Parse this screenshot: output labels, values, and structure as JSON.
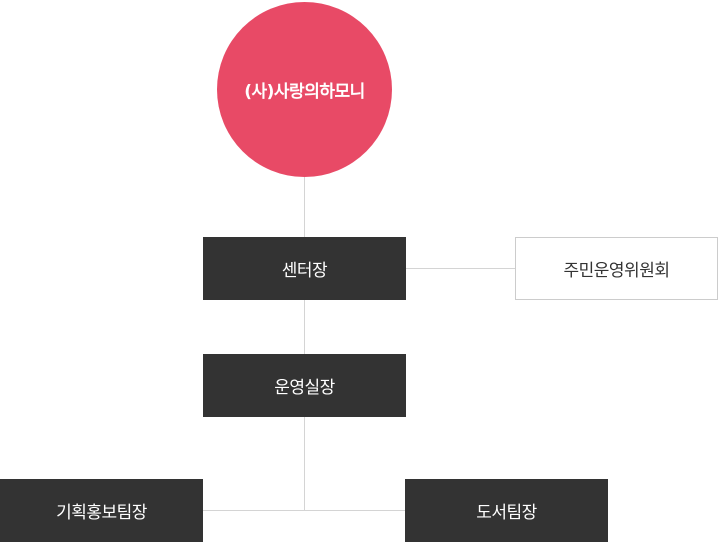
{
  "org": {
    "root": "(사)사랑의하모니",
    "director": "센터장",
    "committee": "주민운영위원회",
    "operations": "운영실장",
    "planning": "기획홍보팀장",
    "library": "도서팀장"
  },
  "colors": {
    "root_fill": "#e84a66",
    "box_fill": "#333333",
    "line": "#d4d4d4",
    "outline_border": "#cccccc"
  }
}
